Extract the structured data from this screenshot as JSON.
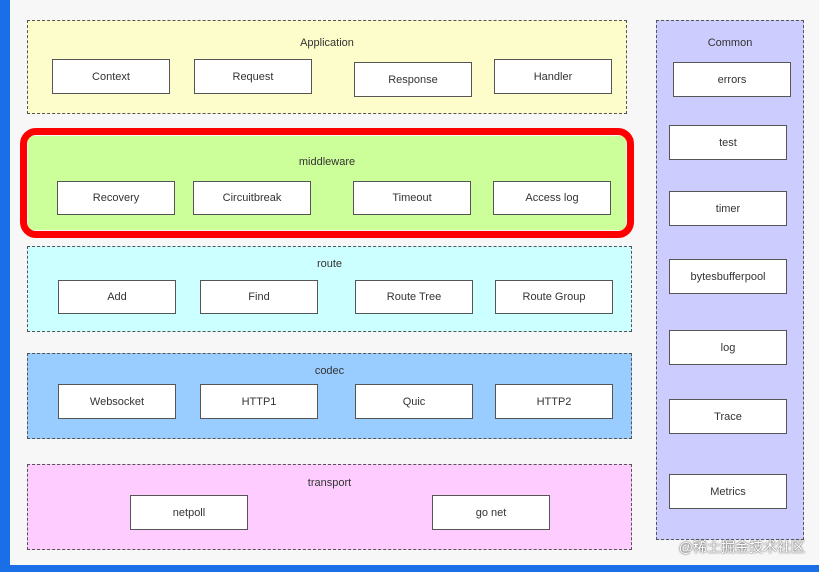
{
  "layers": {
    "application": {
      "title": "Application",
      "items": [
        "Context",
        "Request",
        "Response",
        "Handler"
      ],
      "color": "#fdfdcc"
    },
    "middleware": {
      "title": "middleware",
      "items": [
        "Recovery",
        "Circuitbreak",
        "Timeout",
        "Access log"
      ],
      "color": "#ccff99",
      "highlight_color": "#ff0000"
    },
    "route": {
      "title": "route",
      "items": [
        "Add",
        "Find",
        "Route Tree",
        "Route Group"
      ],
      "color": "#ccffff"
    },
    "codec": {
      "title": "codec",
      "items": [
        "Websocket",
        "HTTP1",
        "Quic",
        "HTTP2"
      ],
      "color": "#99ccff"
    },
    "transport": {
      "title": "transport",
      "items": [
        "netpoll",
        "go net"
      ],
      "color": "#ffccff"
    },
    "common": {
      "title": "Common",
      "items": [
        "errors",
        "test",
        "timer",
        "bytesbufferpool",
        "log",
        "Trace",
        "Metrics"
      ],
      "color": "#ccccff"
    }
  },
  "watermark": "@稀土掘金技术社区"
}
